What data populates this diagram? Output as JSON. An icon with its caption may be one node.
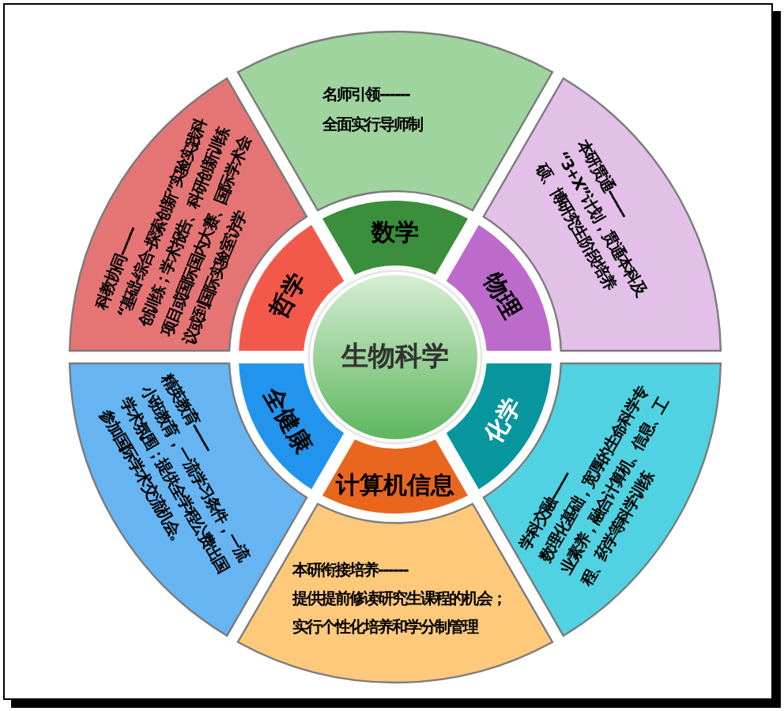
{
  "diagram": {
    "nodes": [
      {
        "text": [
          "生物科学"
        ]
      },
      {
        "text": [
          "数学"
        ]
      },
      {
        "text": [
          "物理"
        ]
      },
      {
        "text": [
          "化学"
        ]
      },
      {
        "text": [
          "计算机信息"
        ]
      },
      {
        "text": [
          "全健康"
        ]
      },
      {
        "text": [
          "哲学"
        ]
      },
      {
        "text": [
          "名师引领------",
          "全面实行导师制"
        ]
      },
      {
        "text": [
          "本研贯通------",
          "“3+X”计划，贯通本科及硕、博研究生阶段培养"
        ]
      },
      {
        "text": [
          "学科交融------",
          "数理化基础，宽厚的生命科学专业素养，融合计算机、信息、工程、药学等科学训练"
        ]
      },
      {
        "text": [
          "本研衔接培养------",
          "提供提前修读研究生课程的机会；",
          "实行个性化培养和学分制管理"
        ]
      },
      {
        "text": [
          "精英教育------",
          "小班教育，一流学习条件，一流学术氛围；提供全学程公费出国参加国际学术交流机会。"
        ]
      },
      {
        "text": [
          "科教协同------",
          "“基础-综合-探索创新”实验实践科创训练；学术报告、科研创新训练项目或国际国内大赛、国际学术会议或到国际实验室访学"
        ]
      }
    ]
  }
}
